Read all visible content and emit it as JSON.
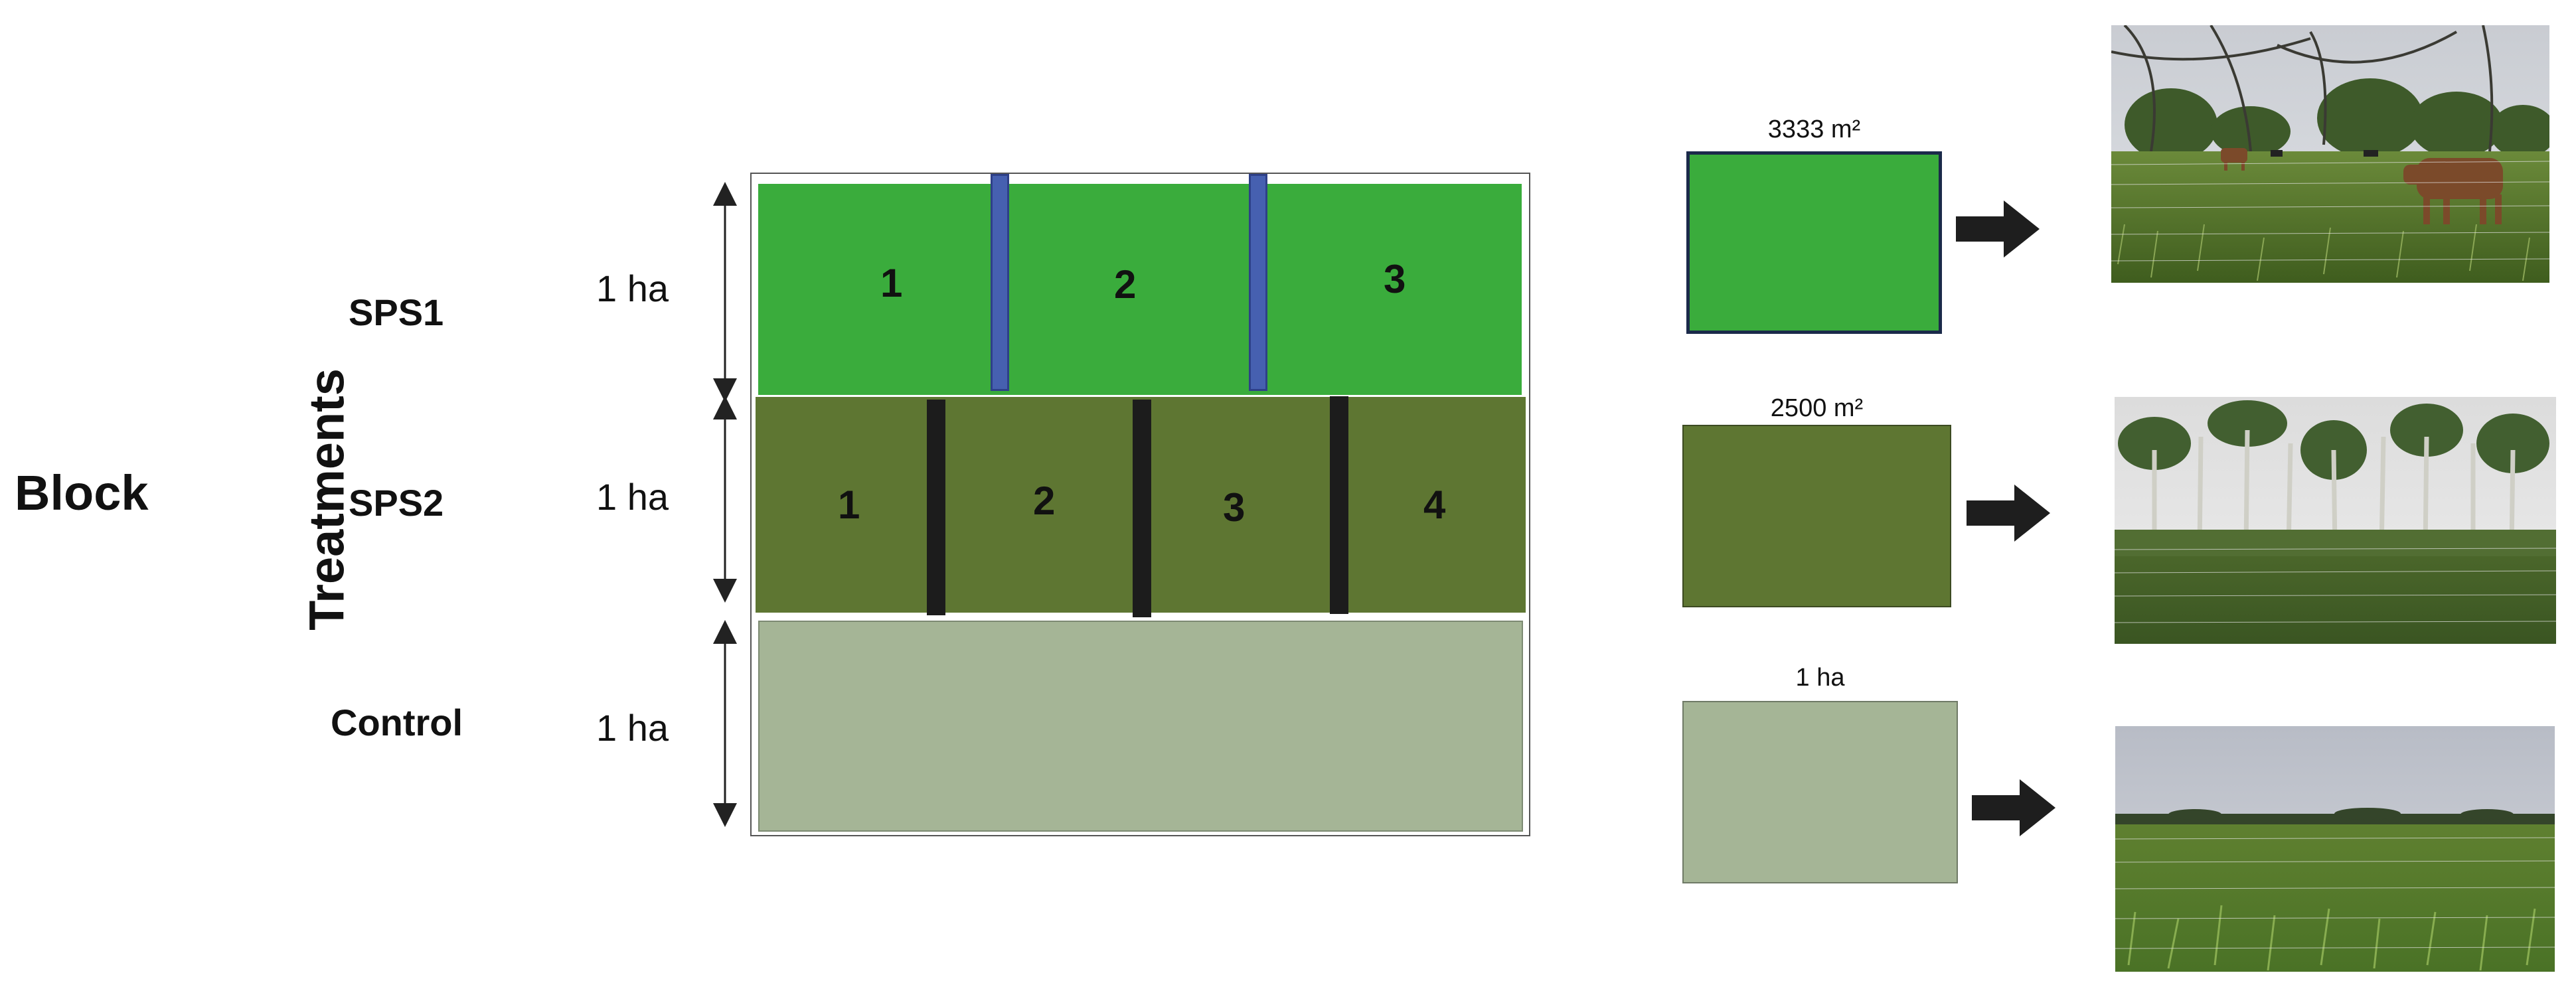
{
  "labels": {
    "block": "Block",
    "treatments": "Treatments"
  },
  "rows": [
    {
      "name": "SPS1",
      "area": "1 ha",
      "plots": [
        "1",
        "2",
        "3"
      ],
      "plot_size": "3333 m²"
    },
    {
      "name": "SPS2",
      "area": "1 ha",
      "plots": [
        "1",
        "2",
        "3",
        "4"
      ],
      "plot_size": "2500 m²"
    },
    {
      "name": "Control",
      "area": "1 ha",
      "plots": [],
      "plot_size": "1 ha"
    }
  ],
  "colors": {
    "sps1": "#3aac3c",
    "sps2": "#5e7632",
    "control": "#a5b596",
    "separator_sps1": "#4660b0",
    "separator_sps2": "#1c1c1c"
  },
  "icons": [
    "up-down-arrow-icon",
    "right-arrow-icon"
  ],
  "photos": [
    "pasture-with-cattle-photo",
    "pasture-with-trees-photo",
    "open-pasture-photo"
  ]
}
